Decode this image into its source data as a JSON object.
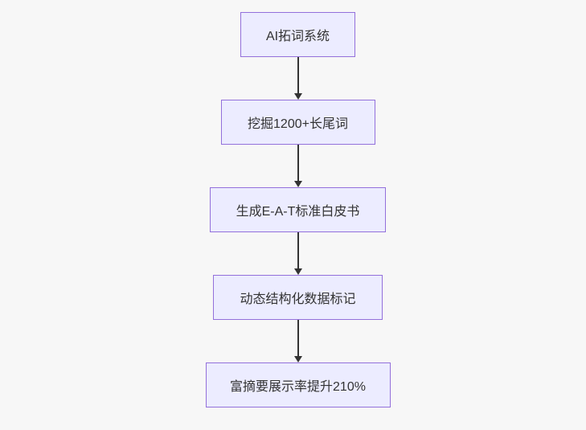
{
  "flowchart": {
    "title": "SEO AI workflow flowchart",
    "direction": "top-down",
    "nodes": [
      {
        "id": "n1",
        "label": "AI拓词系统"
      },
      {
        "id": "n2",
        "label": "挖掘1200+长尾词"
      },
      {
        "id": "n3",
        "label": "生成E-A-T标准白皮书"
      },
      {
        "id": "n4",
        "label": "动态结构化数据标记"
      },
      {
        "id": "n5",
        "label": "富摘要展示率提升210%"
      }
    ],
    "edges": [
      {
        "from": "n1",
        "to": "n2"
      },
      {
        "from": "n2",
        "to": "n3"
      },
      {
        "from": "n3",
        "to": "n4"
      },
      {
        "from": "n4",
        "to": "n5"
      }
    ],
    "colors": {
      "background": "#F7F7F7",
      "node_fill": "#ECECFF",
      "node_border": "#9370DB",
      "text": "#333333",
      "arrow": "#333333"
    }
  }
}
